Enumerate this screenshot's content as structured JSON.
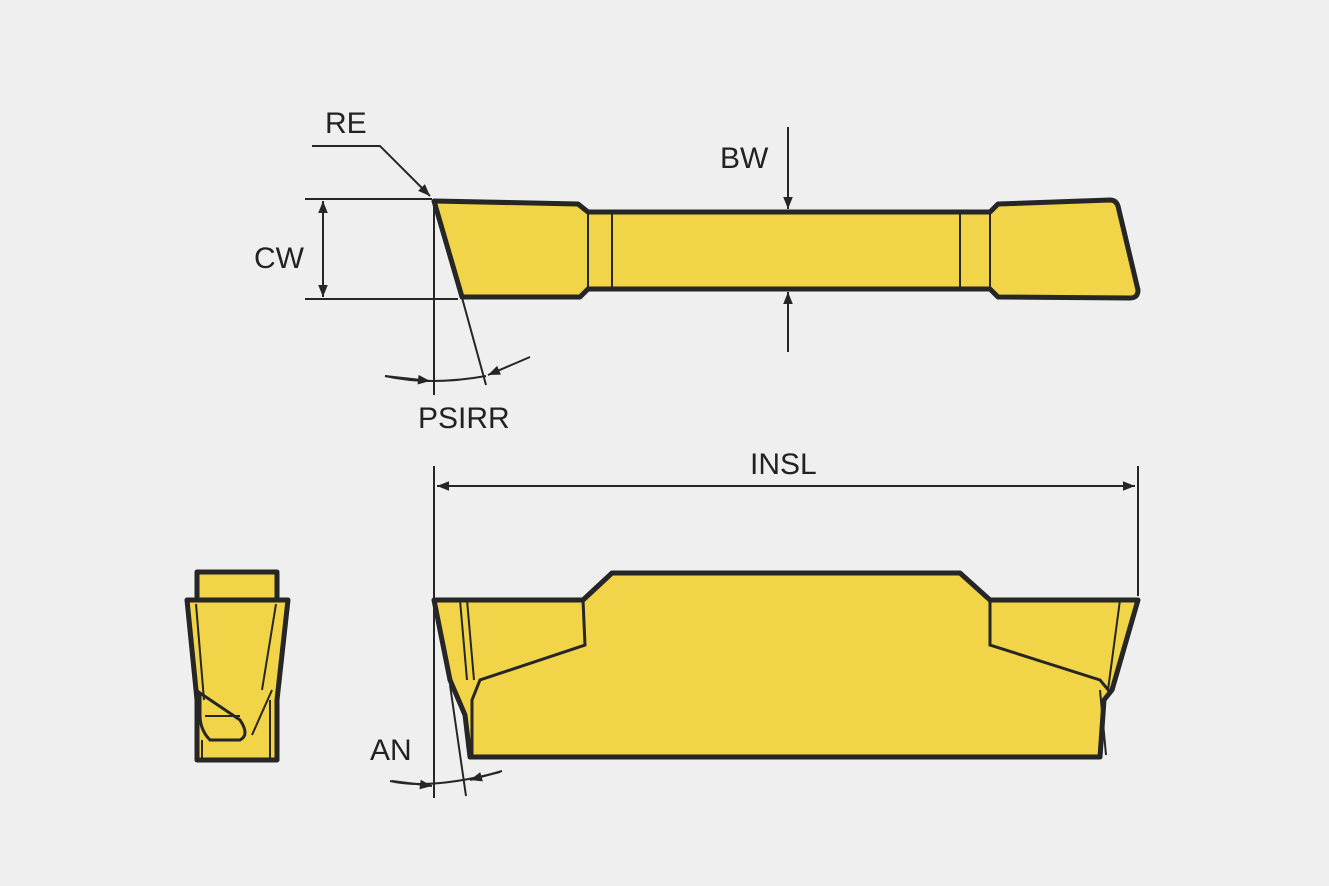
{
  "diagram": {
    "title": "Grooving insert dimensions",
    "labels": {
      "re": "RE",
      "cw": "CW",
      "bw": "BW",
      "psirr": "PSIRR",
      "insl": "INSL",
      "an": "AN"
    },
    "colors": {
      "insert_fill": "#f1d447",
      "outline": "#262626",
      "background": "#efefef"
    }
  }
}
